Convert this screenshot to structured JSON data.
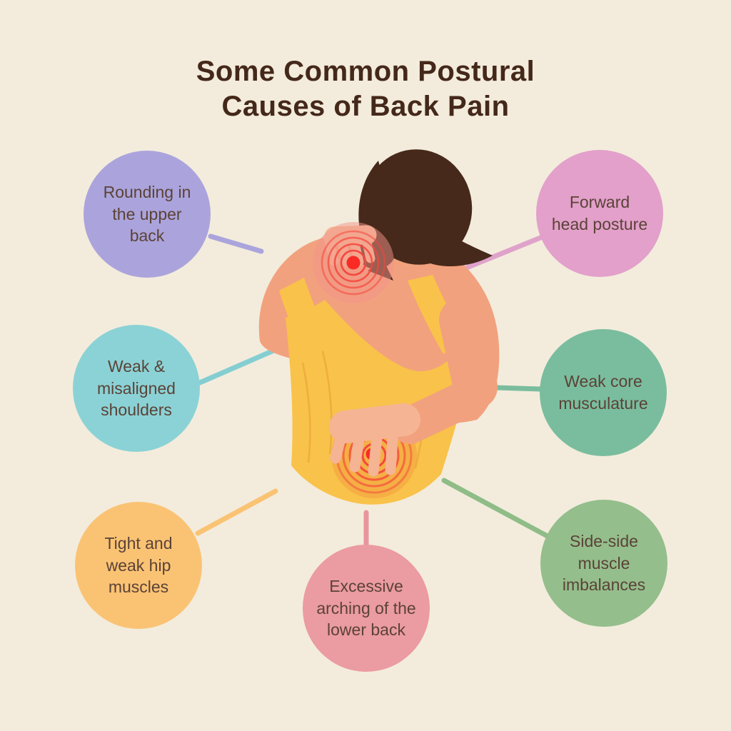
{
  "title": "Some Common Postural\nCauses of Back Pain",
  "title_color": "#44281A",
  "background_color": "#F3ECDC",
  "node_text_color": "#5B4237",
  "nodes": [
    {
      "id": "rounding-upper-back",
      "label": "Rounding in\nthe upper\nback",
      "circle_color": "#ABA4DC",
      "position": "top-left"
    },
    {
      "id": "forward-head-posture",
      "label": "Forward\nhead posture",
      "circle_color": "#E2A0CA",
      "position": "top-right"
    },
    {
      "id": "weak-misaligned-shoulders",
      "label": "Weak &\nmisaligned\nshoulders",
      "circle_color": "#8BD2D6",
      "position": "middle-left"
    },
    {
      "id": "weak-core-musculature",
      "label": "Weak core\nmusculature",
      "circle_color": "#7ABD9E",
      "position": "middle-right"
    },
    {
      "id": "tight-weak-hip-muscles",
      "label": "Tight and\nweak hip\nmuscles",
      "circle_color": "#FAC374",
      "position": "bottom-left"
    },
    {
      "id": "excessive-arching-lower-back",
      "label": "Excessive\narching of the\nlower back",
      "circle_color": "#EB9BA2",
      "position": "bottom-center"
    },
    {
      "id": "side-side-muscle-imbalances",
      "label": "Side-side\nmuscle\nimbalances",
      "circle_color": "#94BE8C",
      "position": "bottom-right"
    }
  ],
  "figure": {
    "description": "Rear view of a woman in a yellow tank top, one hand gripping her neck and the other pressed to her lower back, with red radiating pain rings at the neck/shoulder and lower back",
    "pain_points": [
      "neck-shoulder",
      "lower-back"
    ],
    "colors": {
      "skin": "#F2A17E",
      "hand": "#F5B494",
      "hair": "#46291A",
      "tank_top": "#F9C24A",
      "pain_ring_red": "#F4473C",
      "pain_center_red": "#FA2B25",
      "neck_halo": "#F2948A",
      "back_halo": "#F0993D"
    }
  }
}
